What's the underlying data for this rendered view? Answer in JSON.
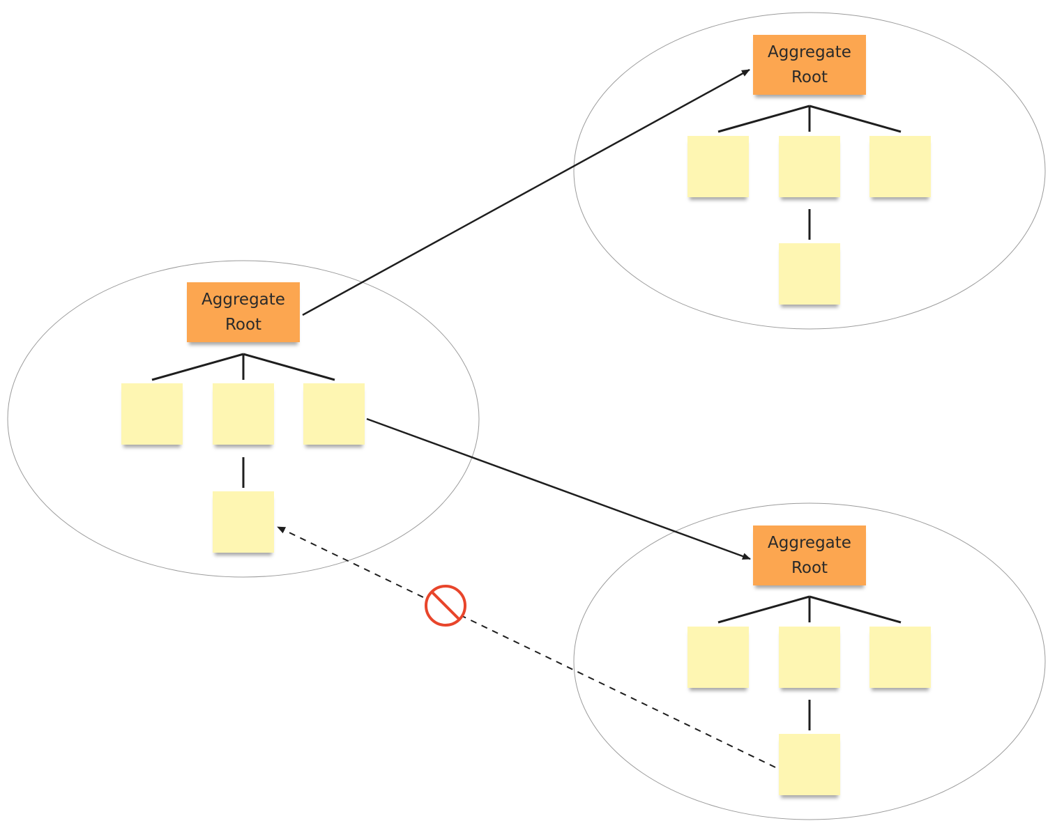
{
  "diagram": {
    "aggregates": [
      {
        "id": "left",
        "root_label": "Aggregate\nRoot"
      },
      {
        "id": "top-right",
        "root_label": "Aggregate\nRoot"
      },
      {
        "id": "bottom-right",
        "root_label": "Aggregate\nRoot"
      }
    ],
    "references": [
      {
        "from": "left.root",
        "to": "top-right.root",
        "style": "solid",
        "allowed": true
      },
      {
        "from": "left.entity-3",
        "to": "bottom-right.root",
        "style": "solid",
        "allowed": true
      },
      {
        "from": "bottom-right.entity-4",
        "to": "left.entity-4",
        "style": "dashed",
        "allowed": false
      }
    ],
    "colors": {
      "root": "#fca650",
      "entity": "#fef6b2",
      "boundary": "#9a9a9a",
      "line": "#1e1e1e",
      "forbidden": "#e8452b"
    },
    "forbidden_marker_icon": "no-entry-icon"
  }
}
